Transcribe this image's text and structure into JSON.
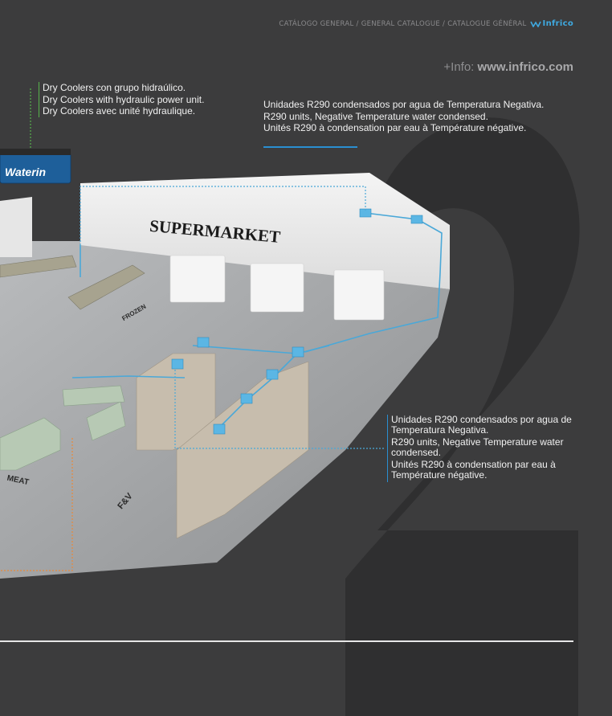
{
  "header": {
    "catalogue_text": "CATÁLOGO GENERAL / GENERAL CATALOGUE / CATALOGUE GÉNÉRAL",
    "brand_name": "Infrico",
    "brand_color": "#3fa9e0"
  },
  "info": {
    "prefix": "+Info:",
    "url": "www.infrico.com"
  },
  "captions": {
    "dry_coolers": [
      "Dry Coolers con grupo hidraúlico.",
      "Dry Coolers with hydraulic power unit.",
      "Dry Coolers avec unité hydraulique."
    ],
    "r290_top": [
      "Unidades R290 condensados por agua de Temperatura Negativa.",
      "R290 units, Negative Temperature water condensed.",
      "Unités R290 à condensation par eau à Température négative."
    ],
    "r290_right": [
      "Unidades R290 condensados por agua de Temperatura Negativa.",
      "R290 units, Negative Temperature water condensed.",
      "Unités R290 à condensation par eau à Température négative."
    ]
  },
  "scene": {
    "building_sign": "SUPERMARKET",
    "dry_cooler_label": "Waterin",
    "floor_label_frozen": "FROZEN",
    "floor_label_meat": "MEAT",
    "floor_label_fv": "F&V"
  },
  "colors": {
    "background": "#3c3c3d",
    "big_two": "#2f2f30",
    "pipe_blue": "#4aa8d8",
    "leader_orange": "#e8893a",
    "leader_green": "#57b24c"
  }
}
